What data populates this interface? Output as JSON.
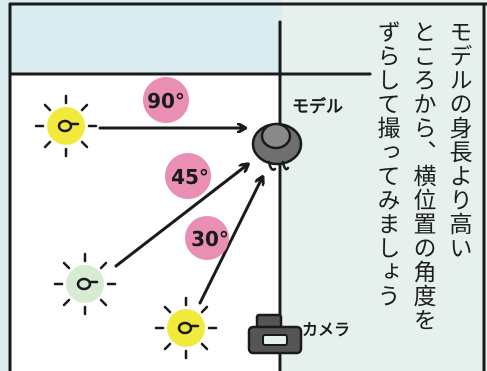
{
  "colors": {
    "left_panel": "#dbecf0",
    "right_panel": "#e6f1ee",
    "angle_badge": "#e98fb4",
    "sun_yellow": "#f2ea3a",
    "sun_green": "#d6ebd2",
    "ink": "#1a1a1a"
  },
  "labels": {
    "model": "モデル",
    "camera": "カメラ"
  },
  "angles": [
    {
      "label": "90°",
      "light_color": "yellow"
    },
    {
      "label": "45°",
      "light_color": "green"
    },
    {
      "label": "30°",
      "light_color": "yellow"
    }
  ],
  "caption": {
    "lines": [
      "モデルの身長より高い",
      "ところから、横位置の角度を",
      "ずらして撮ってみましょう"
    ]
  },
  "icons": [
    "sun-icon",
    "model-icon",
    "camera-icon",
    "arrow-icon"
  ]
}
